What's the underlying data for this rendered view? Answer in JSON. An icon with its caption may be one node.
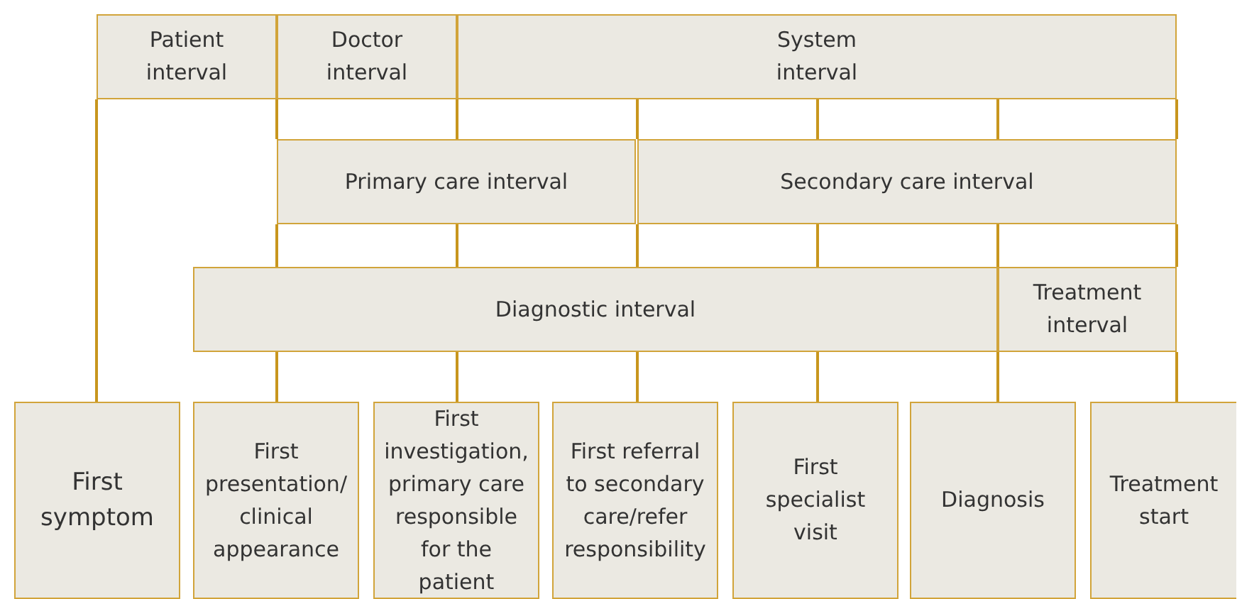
{
  "diagram": {
    "nodes": [
      {
        "text": [
          "Patient interval"
        ]
      },
      {
        "text": [
          "Doctor interval"
        ]
      },
      {
        "text": [
          "System interval"
        ]
      },
      {
        "text": [
          "Primary care interval"
        ]
      },
      {
        "text": [
          "Secondary care interval"
        ]
      },
      {
        "text": [
          "Diagnostic interval"
        ]
      },
      {
        "text": [
          "Treatment interval"
        ]
      },
      {
        "text": [
          "First symptom"
        ]
      },
      {
        "text": [
          "First presentation/ clinical appearance"
        ]
      },
      {
        "text": [
          "First investigation, primary care responsible for the patient"
        ]
      },
      {
        "text": [
          "First referral to secondary care/refer responsibility"
        ]
      },
      {
        "text": [
          "First specialist visit"
        ]
      },
      {
        "text": [
          "Diagnosis"
        ]
      },
      {
        "text": [
          "Treatment start"
        ]
      }
    ],
    "edges": [
      {
        "from": 7,
        "to": 0,
        "arrow": "none"
      },
      {
        "from": 8,
        "to": 5,
        "arrow": "none"
      },
      {
        "from": 5,
        "to": 3,
        "arrow": "none"
      },
      {
        "from": 3,
        "to": 1,
        "arrow": "none"
      },
      {
        "from": 9,
        "to": 5,
        "arrow": "none"
      },
      {
        "from": 5,
        "to": 3,
        "arrow": "none"
      },
      {
        "from": 3,
        "to": 2,
        "arrow": "none"
      },
      {
        "from": 10,
        "to": 5,
        "arrow": "none"
      },
      {
        "from": 5,
        "to": 4,
        "arrow": "none"
      },
      {
        "from": 4,
        "to": 2,
        "arrow": "none"
      },
      {
        "from": 11,
        "to": 5,
        "arrow": "none"
      },
      {
        "from": 5,
        "to": 4,
        "arrow": "none"
      },
      {
        "from": 4,
        "to": 2,
        "arrow": "none"
      },
      {
        "from": 12,
        "to": 6,
        "arrow": "none"
      },
      {
        "from": 6,
        "to": 4,
        "arrow": "none"
      },
      {
        "from": 4,
        "to": 2,
        "arrow": "none"
      },
      {
        "from": 13,
        "to": 6,
        "arrow": "none"
      },
      {
        "from": 6,
        "to": 4,
        "arrow": "none"
      },
      {
        "from": 4,
        "to": 2,
        "arrow": "none"
      }
    ]
  }
}
